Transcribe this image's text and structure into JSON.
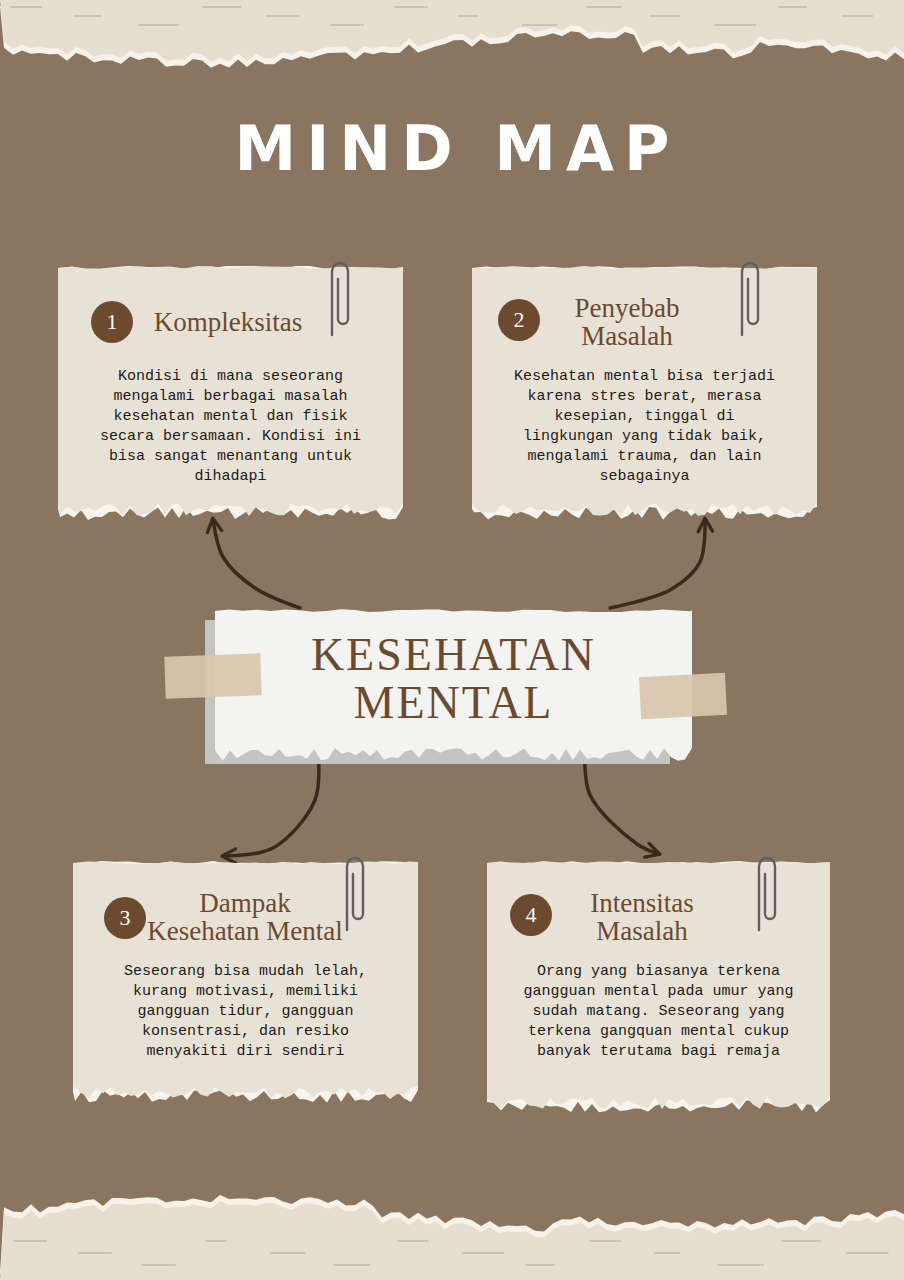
{
  "diagram": {
    "title": "MIND MAP",
    "nodes": [
      {
        "text": [
          "Kompleksitas",
          "Kondisi di mana seseorang mengalami berbagai masalah kesehatan mental dan fisik secara bersamaan. Kondisi ini bisa sangat menantang untuk dihadapi"
        ]
      },
      {
        "text": [
          "1"
        ],
        "in": 0
      },
      {
        "text": [
          "Penyebab Masalah",
          "Kesehatan mental bisa terjadi karena stres berat, merasa kesepian, tinggal di lingkungan yang tidak baik, mengalami trauma, dan lain sebagainya"
        ]
      },
      {
        "text": [
          "2"
        ],
        "in": 2
      },
      {
        "text": [
          "KESEHATAN MENTAL"
        ]
      },
      {
        "text": [
          "Dampak Kesehatan Mental",
          "Seseorang bisa mudah lelah, kurang motivasi, memiliki gangguan tidur, gangguan konsentrasi, dan resiko menyakiti diri sendiri"
        ]
      },
      {
        "text": [
          "3"
        ],
        "in": 5
      },
      {
        "text": [
          "Intensitas Masalah",
          "Orang yang biasanya terkena gangguan mental pada umur yang sudah matang. Seseorang yang terkena gangquan mental cukup banyak terutama bagi remaja"
        ]
      },
      {
        "text": [
          "4"
        ],
        "in": 7
      }
    ],
    "edges": [
      {
        "from": 4,
        "to": 0,
        "arrow": "to"
      },
      {
        "from": 4,
        "to": 2,
        "arrow": "to"
      },
      {
        "from": 4,
        "to": 5,
        "arrow": "to"
      },
      {
        "from": 4,
        "to": 7,
        "arrow": "to"
      }
    ]
  }
}
